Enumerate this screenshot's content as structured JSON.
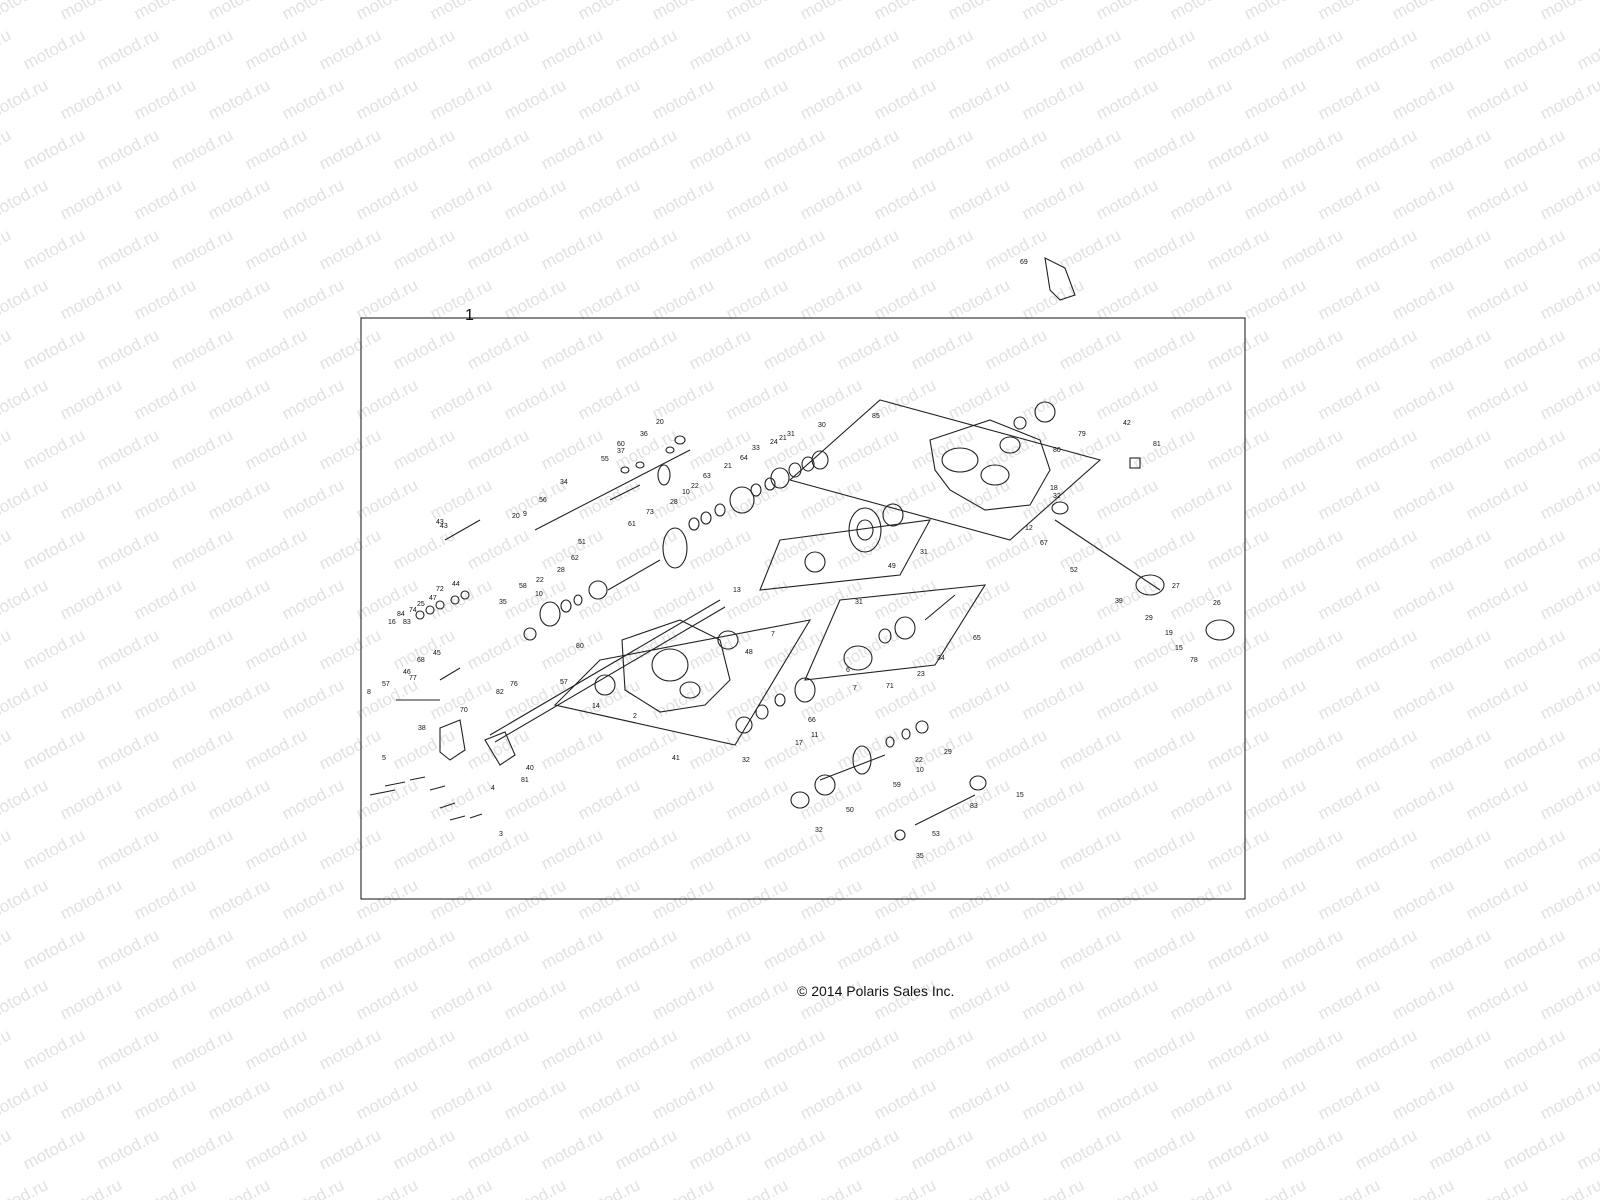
{
  "diagram": {
    "assembly_number": "1",
    "copyright": "© 2014 Polaris Sales Inc.",
    "watermark_text": "motod.ru",
    "callouts": [
      "69",
      "85",
      "80",
      "79",
      "42",
      "81",
      "18",
      "32",
      "12",
      "67",
      "52",
      "39",
      "27",
      "29",
      "26",
      "19",
      "15",
      "78",
      "20",
      "36",
      "60",
      "37",
      "55",
      "34",
      "56",
      "9",
      "20",
      "43",
      "30",
      "31",
      "21",
      "24",
      "33",
      "64",
      "21",
      "63",
      "22",
      "10",
      "28",
      "73",
      "61",
      "51",
      "62",
      "28",
      "22",
      "58",
      "35",
      "10",
      "31",
      "49",
      "31",
      "13",
      "48",
      "7",
      "65",
      "34",
      "23",
      "71",
      "6",
      "7",
      "80",
      "57",
      "14",
      "2",
      "41",
      "72",
      "44",
      "47",
      "25",
      "74",
      "43",
      "84",
      "83",
      "16",
      "45",
      "68",
      "46",
      "77",
      "57",
      "8",
      "38",
      "70",
      "76",
      "82",
      "40",
      "81",
      "4",
      "5",
      "3",
      "66",
      "11",
      "17",
      "32",
      "29",
      "22",
      "10",
      "59",
      "50",
      "32",
      "15",
      "83",
      "53",
      "35"
    ]
  }
}
